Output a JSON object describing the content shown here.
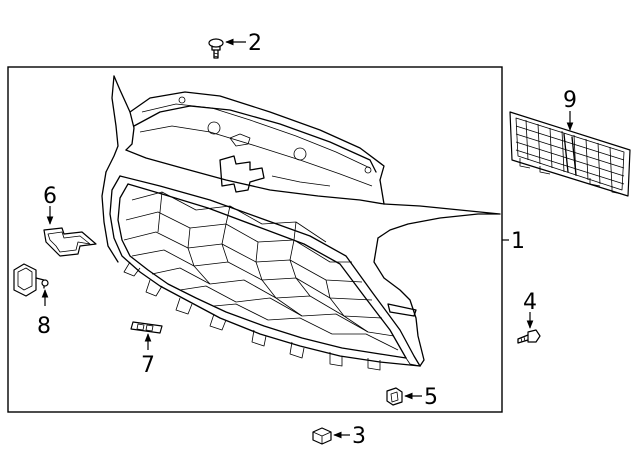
{
  "callouts": [
    {
      "id": "1",
      "label": "1"
    },
    {
      "id": "2",
      "label": "2"
    },
    {
      "id": "3",
      "label": "3"
    },
    {
      "id": "4",
      "label": "4"
    },
    {
      "id": "5",
      "label": "5"
    },
    {
      "id": "6",
      "label": "6"
    },
    {
      "id": "7",
      "label": "7"
    },
    {
      "id": "8",
      "label": "8"
    },
    {
      "id": "9",
      "label": "9"
    }
  ],
  "diagram": {
    "line_color": "#000000",
    "background": "#ffffff"
  }
}
